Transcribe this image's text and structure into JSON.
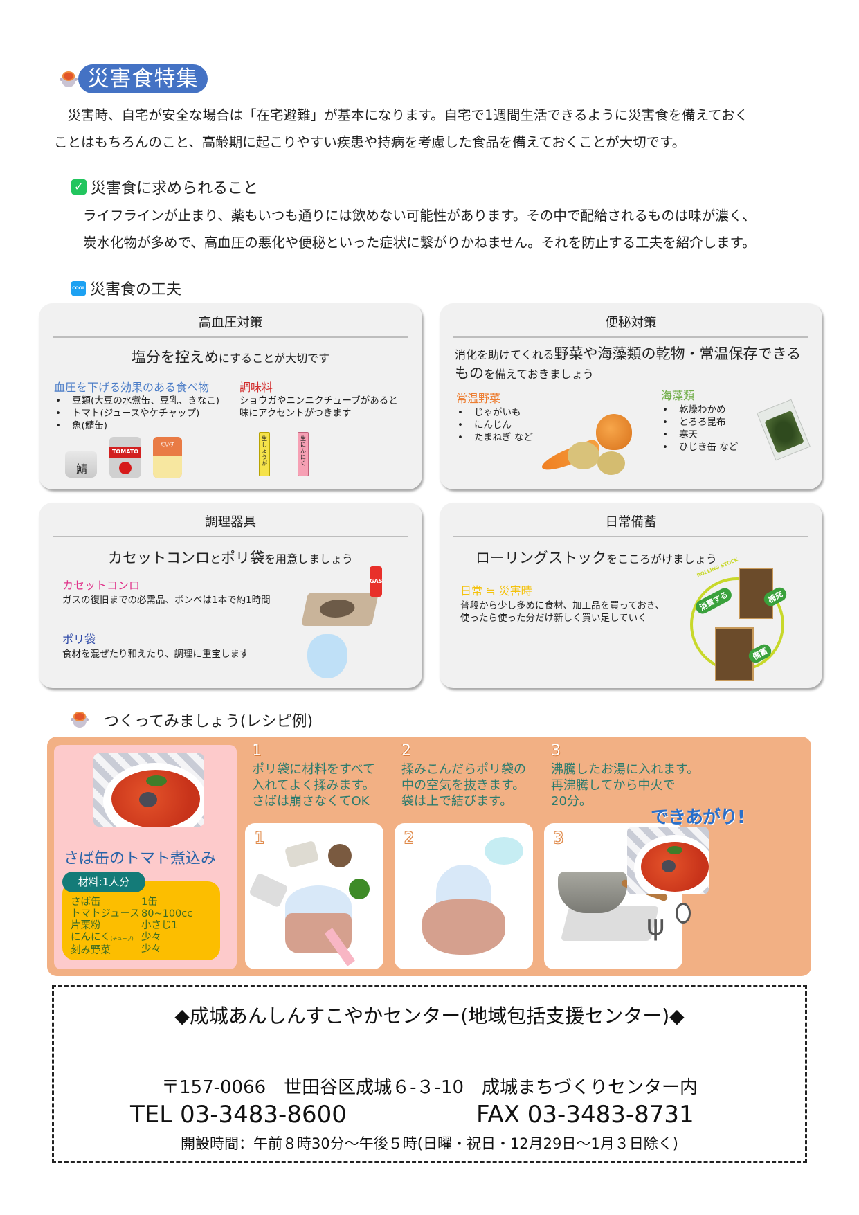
{
  "header": {
    "title": "災害食特集",
    "title_icon": "soup-pot-icon",
    "intro_lines": [
      "　災害時、自宅が安全な場合は「在宅避難」が基本になります。自宅で1週間生活できるように災害食を備えておく",
      "ことはもちろんのこと、高齢期に起こりやすい疾患や持病を考慮した食品を備えておくことが大切です。"
    ]
  },
  "requirements": {
    "heading": "災害食に求められること",
    "icon": "checkmark-icon",
    "lines": [
      "ライフラインが止まり、薬もいつも通りには飲めない可能性があります。その中で配給されるものは味が濃く、",
      "炭水化物が多めで、高血圧の悪化や便秘といった症状に繋がりかねません。それを防止する工夫を紹介します。"
    ]
  },
  "tips": {
    "heading": "災害食の工夫",
    "icon_label": "COOL",
    "cards": {
      "hypertension": {
        "title": "高血圧対策",
        "lead_big": "塩分を控えめ",
        "lead_small": "にすることが大切です",
        "foods_heading": "血圧を下げる効果のある食べ物",
        "foods": [
          "豆類(大豆の水煮缶、豆乳、きなこ)",
          "トマト(ジュースやケチャップ)",
          "魚(鯖缶)"
        ],
        "seasoning_heading": "調味料",
        "seasoning_lines": [
          "ショウガやニンニクチューブがあると",
          "味にアクセントがつきます"
        ],
        "can_labels": [
          "鯖",
          "TOMATO",
          "だいず"
        ],
        "tube_labels": [
          "生しょうが",
          "生にんにく"
        ],
        "colors": {
          "foods_heading": "#4a7cc7",
          "seasoning_heading": "#d22b2b"
        }
      },
      "constipation": {
        "title": "便秘対策",
        "lead_small_1": "消化を助けてくれる",
        "lead_big_1": "野菜や海藻類の乾物・常温保存できる",
        "lead_big_2": "もの",
        "lead_small_2": "を備えておきましょう",
        "veg_heading": "常温野菜",
        "veg": [
          "じゃがいも",
          "にんじん",
          "たまねぎ など"
        ],
        "seaweed_heading": "海藻類",
        "seaweed": [
          "乾燥わかめ",
          "とろろ昆布",
          "寒天",
          "ひじき缶 など"
        ],
        "colors": {
          "veg_heading": "#ed7d31",
          "seaweed_heading": "#70ad47"
        }
      },
      "cookware": {
        "title": "調理器具",
        "lead_big_1": "カセットコンロ",
        "lead_small_1": "と",
        "lead_big_2": "ポリ袋",
        "lead_small_2": "を用意しましょう",
        "stove_heading": "カセットコンロ",
        "stove_text": "ガスの復旧までの必需品、ボンベは1本で約1時間",
        "bag_heading": "ポリ袋",
        "bag_text": "食材を混ぜたり和えたり、調理に重宝します",
        "gas_label": "GAS",
        "colors": {
          "stove_heading": "#e0338a",
          "bag_heading": "#2f4aa8"
        }
      },
      "stockpile": {
        "title": "日常備蓄",
        "lead_big": "ローリングストック",
        "lead_small": "をこころがけましょう",
        "sub_heading": "日常 ≒ 災害時",
        "text_lines": [
          "普段から少し多めに食材、加工品を買っておき、",
          "使ったら使った分だけ新しく買い足していく"
        ],
        "diagram_labels": {
          "arc": "ROLLING STOCK",
          "consume": "消費する",
          "refill": "補充",
          "store": "備蓄"
        },
        "colors": {
          "sub_heading": "#f4c20d"
        }
      }
    }
  },
  "recipe": {
    "heading": "つくってみましょう(レシピ例)",
    "name": "さば缶のトマト煮込み",
    "ingredients_label": "材料:1人分",
    "ingredients": [
      {
        "item": "さば缶",
        "note": "",
        "amount": "1缶"
      },
      {
        "item": "トマトジュース",
        "note": "",
        "amount": "80~100cc"
      },
      {
        "item": "片栗粉",
        "note": "",
        "amount": "小さじ1"
      },
      {
        "item": "にんにく",
        "note": "(チューブ)",
        "amount": "少々"
      },
      {
        "item": "刻み野菜",
        "note": "",
        "amount": "少々"
      }
    ],
    "steps": [
      {
        "num": "1",
        "text": "ポリ袋に材料をすべて\n入れてよく揉みます。\nさばは崩さなくてOK"
      },
      {
        "num": "2",
        "text": "揉みこんだらポリ袋の\n中の空気を抜きます。\n袋は上で結びます。"
      },
      {
        "num": "3",
        "text": "沸騰したお湯に入れます。\n再沸騰してから中火で\n20分。"
      }
    ],
    "done_label": "できあがり!",
    "colors": {
      "box": "#f2b084",
      "left_panel": "#fdcacb",
      "step_text": "#2d7b6d",
      "ingredients_box": "#fcbe00",
      "tag": "#147b78"
    }
  },
  "footer": {
    "org": "◆成城あんしんすこやかセンター(地域包括支援センター)◆",
    "address": "〒157-0066　世田谷区成城６-３-10　成城まちづくりセンター内",
    "tel": "TEL 03-3483-8600",
    "fax": "FAX 03-3483-8731",
    "hours": "開設時間：午前８時30分～午後５時(日曜・祝日・12月29日～1月３日除く)"
  }
}
